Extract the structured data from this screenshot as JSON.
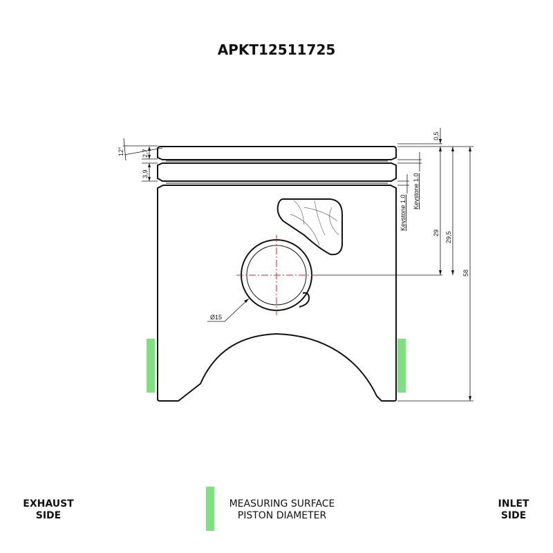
{
  "title": "APKT12511725",
  "dimensions": {
    "angle": "12°",
    "ring1_height": "2,7",
    "ring2_height": "3,9",
    "top_offset": "0,5",
    "keystone1": "Keystone 1.0",
    "keystone2": "Keystone 1.0",
    "pin_height": "29",
    "pin_height_total": "29,5",
    "total_height": "58",
    "pin_diameter": "Ø15"
  },
  "legend": {
    "exhaust_line1": "EXHAUST",
    "exhaust_line2": "SIDE",
    "measuring_line1": "MEASURING SURFACE",
    "measuring_line2": "PISTON DIAMETER",
    "inlet_line1": "INLET",
    "inlet_line2": "SIDE"
  },
  "colors": {
    "measuring_surface": "#7ee07e",
    "centerline": "#e02020"
  }
}
